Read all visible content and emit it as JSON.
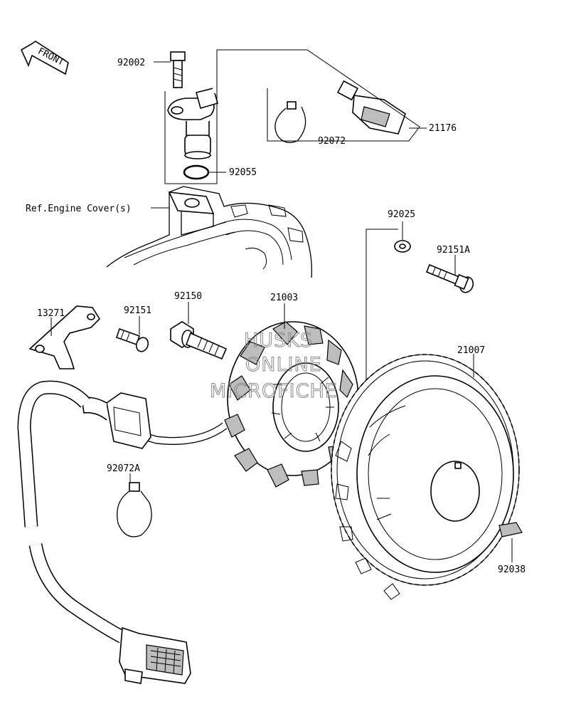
{
  "direction_arrow": {
    "label": "FRONT"
  },
  "reference": {
    "label": "Ref.Engine Cover(s)"
  },
  "watermark": {
    "line1": "HUSKS",
    "line2": "ONLINE",
    "line3": "MICROFICHE"
  },
  "callouts": [
    {
      "id": "92002",
      "label": "92002"
    },
    {
      "id": "21176",
      "label": "21176"
    },
    {
      "id": "92072",
      "label": "92072"
    },
    {
      "id": "92055",
      "label": "92055"
    },
    {
      "id": "92025",
      "label": "92025"
    },
    {
      "id": "92151A",
      "label": "92151A"
    },
    {
      "id": "13271",
      "label": "13271"
    },
    {
      "id": "92151",
      "label": "92151"
    },
    {
      "id": "92150",
      "label": "92150"
    },
    {
      "id": "21003",
      "label": "21003"
    },
    {
      "id": "21007",
      "label": "21007"
    },
    {
      "id": "92072A",
      "label": "92072A"
    },
    {
      "id": "92038",
      "label": "92038"
    }
  ]
}
